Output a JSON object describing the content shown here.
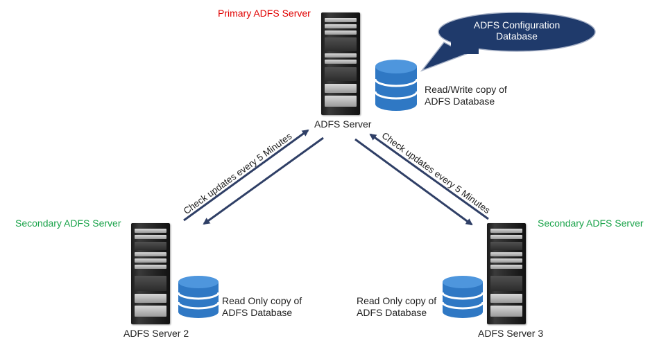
{
  "primary": {
    "role": "Primary ADFS Server",
    "name": "ADFS Server",
    "db_label_line1": "Read/Write copy of",
    "db_label_line2": "ADFS Database"
  },
  "callout": {
    "line1": "ADFS Configuration",
    "line2": "Database",
    "color": "#1f3a6b"
  },
  "secondary_left": {
    "role": "Secondary ADFS Server",
    "name": "ADFS Server 2",
    "db_label_line1": "Read Only copy of",
    "db_label_line2": "ADFS Database"
  },
  "secondary_right": {
    "role": "Secondary ADFS Server",
    "name": "ADFS Server 3",
    "db_label_line1": "Read Only copy of",
    "db_label_line2": "ADFS Database"
  },
  "links": {
    "left_text": "Check updates every 5 Minutes",
    "right_text": "Check updates every 5 Minutes"
  },
  "colors": {
    "primary_role": "#e00000",
    "secondary_role": "#1aa34a",
    "arrow": "#2f3f66",
    "db_blue": "#2f78c4"
  }
}
